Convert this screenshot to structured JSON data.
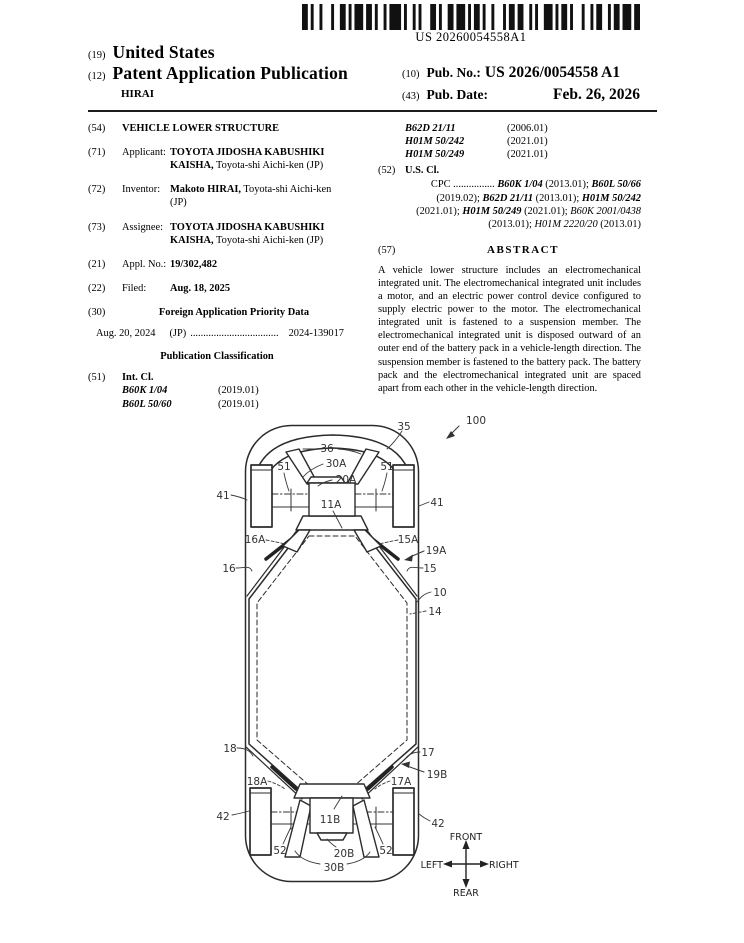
{
  "barcode": {
    "text": "US 20260054558A1"
  },
  "header": {
    "num19": "(19)",
    "united_states": "United States",
    "num12": "(12)",
    "publication": "Patent Application Publication",
    "surname": "HIRAI",
    "num10": "(10)",
    "pub_no_label": "Pub. No.:",
    "pub_no_value": "US 2026/0054558 A1",
    "num43": "(43)",
    "pub_date_label": "Pub. Date:",
    "pub_date_value": "Feb. 26, 2026"
  },
  "biblio": {
    "title_num": "(54)",
    "title": "VEHICLE LOWER STRUCTURE",
    "applicant": {
      "num": "(71)",
      "label": "Applicant:",
      "name": "TOYOTA JIDOSHA KABUSHIKI KAISHA,",
      "rest": " Toyota-shi Aichi-ken (JP)"
    },
    "inventor": {
      "num": "(72)",
      "label": "Inventor:",
      "name": "Makoto HIRAI,",
      "rest": " Toyota-shi Aichi-ken (JP)"
    },
    "assignee": {
      "num": "(73)",
      "label": "Assignee:",
      "name": "TOYOTA JIDOSHA KABUSHIKI KAISHA,",
      "rest": " Toyota-shi Aichi-ken (JP)"
    },
    "appl": {
      "num": "(21)",
      "label": "Appl. No.:",
      "value": "19/302,482"
    },
    "filed": {
      "num": "(22)",
      "label": "Filed:",
      "value": "Aug. 18, 2025"
    },
    "priority_num": "(30)",
    "priority_heading": "Foreign Application Priority Data",
    "priority_entry": {
      "date": "Aug. 20, 2024",
      "country": "(JP)",
      "dots": "..................................",
      "number": "2024-139017"
    },
    "pub_class_heading": "Publication Classification",
    "intcl_num": "(51)",
    "intcl_label": "Int. Cl.",
    "intcl_left": [
      {
        "code": "B60K 1/04",
        "date": "(2019.01)"
      },
      {
        "code": "B60L 50/60",
        "date": "(2019.01)"
      }
    ],
    "intcl_right": [
      {
        "code": "B62D 21/11",
        "date": "(2006.01)"
      },
      {
        "code": "H01M 50/242",
        "date": "(2021.01)"
      },
      {
        "code": "H01M 50/249",
        "date": "(2021.01)"
      }
    ],
    "uscl_num": "(52)",
    "uscl_label": "U.S. Cl.",
    "cpc_segments": [
      {
        "t": "CPC ................ ",
        "s": "n"
      },
      {
        "t": "B60K 1/04",
        "s": "bi"
      },
      {
        "t": " (2013.01); ",
        "s": "n"
      },
      {
        "t": "B60L 50/66",
        "s": "bi"
      },
      {
        "t": " (2019.02); ",
        "s": "n"
      },
      {
        "t": "B62D 21/11",
        "s": "bi"
      },
      {
        "t": " (2013.01); ",
        "s": "n"
      },
      {
        "t": "H01M 50/242",
        "s": "bi"
      },
      {
        "t": " (2021.01); ",
        "s": "n"
      },
      {
        "t": "H01M 50/249",
        "s": "bi"
      },
      {
        "t": " (2021.01); ",
        "s": "n"
      },
      {
        "t": "B60K 2001/0438",
        "s": "i"
      },
      {
        "t": " (2013.01); ",
        "s": "n"
      },
      {
        "t": "H01M 2220/20",
        "s": "i"
      },
      {
        "t": " (2013.01)",
        "s": "n"
      }
    ],
    "abstract_num": "(57)",
    "abstract_heading": "ABSTRACT",
    "abstract_text": "A vehicle lower structure includes an electromechanical integrated unit. The electromechanical integrated unit includes a motor, and an electric power control device configured to supply electric power to the motor. The electromechanical integrated unit is fastened to a suspension member. The electromechanical integrated unit is disposed outward of an outer end of the battery pack in a vehicle-length direction. The suspension member is fastened to the battery pack. The battery pack and the electromechanical integrated unit are spaced apart from each other in the vehicle-length direction."
  },
  "figure": {
    "labels": {
      "n100": "100",
      "n35": "35",
      "n36": "36",
      "n30A": "30A",
      "n20A": "20A",
      "n51": "51",
      "n41": "41",
      "n11A": "11A",
      "n16A": "16A",
      "n15A": "15A",
      "n19A": "19A",
      "n16": "16",
      "n15": "15",
      "n10": "10",
      "n14": "14",
      "n18": "18",
      "n17": "17",
      "n19B": "19B",
      "n18A": "18A",
      "n17A": "17A",
      "n42": "42",
      "n11B": "11B",
      "n52": "52",
      "n20B": "20B",
      "n30B": "30B",
      "front": "FRONT",
      "left": "LEFT",
      "right": "RIGHT",
      "rear": "REAR"
    }
  }
}
